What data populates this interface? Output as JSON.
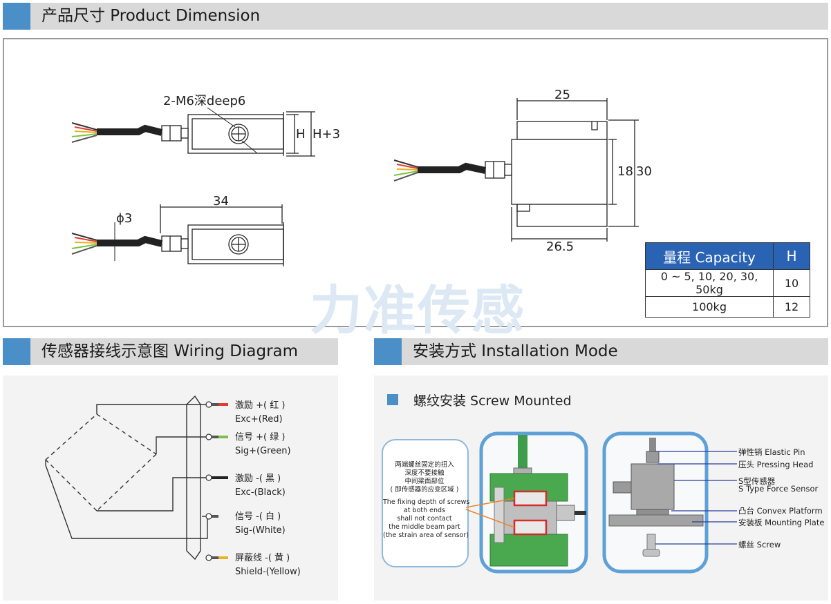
{
  "sections": {
    "dimension": "产品尺寸 Product Dimension",
    "wiring": "传感器接线示意图 Wiring Diagram",
    "install": "安装方式 Installation Mode"
  },
  "dimension": {
    "labels": {
      "m6": "2-M6深deep6",
      "h": "H",
      "h3": "H+3",
      "d34": "34",
      "phi3": "ϕ3",
      "d25": "25",
      "d18": "18",
      "d30": "30",
      "d265": "26.5"
    },
    "watermark": "力准传感",
    "table": {
      "headers": [
        "量程 Capacity",
        "H"
      ],
      "rows": [
        [
          "0 ~ 5, 10, 20, 30, 50kg",
          "10"
        ],
        [
          "100kg",
          "12"
        ]
      ]
    }
  },
  "wiring": {
    "wires": [
      {
        "cn": "激励 +( 红 )",
        "en": "Exc+(Red)",
        "color": "#e03c31"
      },
      {
        "cn": "信号 +( 绿 )",
        "en": "Sig+(Green)",
        "color": "#7cc242"
      },
      {
        "cn": "激励 -( 黑 )",
        "en": "Exc-(Black)",
        "color": "#222222"
      },
      {
        "cn": "信号 -( 白 )",
        "en": "Sig-(White)",
        "color": "#f2f2f2"
      },
      {
        "cn": "屏蔽线 -( 黄 )",
        "en": "Shield-(Yellow)",
        "color": "#e6b422"
      }
    ]
  },
  "install": {
    "subtitle": "螺纹安装 Screw Mounted",
    "note_cn": [
      "两端螺丝固定的扭入",
      "深度不要接触",
      "中间梁面部位",
      "( 即传感器的应变区域 )"
    ],
    "note_en": [
      "The fixing depth of screws",
      "at both ends",
      "shall not contact",
      "the middle beam part",
      "(the strain area of sensor)"
    ],
    "parts": [
      "弹性销 Elastic Pin",
      "压头 Pressing Head",
      "S型传感器",
      "S Type Force Sensor",
      "凸台 Convex Platform",
      "安装板 Mounting Plate",
      "螺丝 Screw"
    ]
  },
  "colors": {
    "accent": "#4a8fc7",
    "table_header": "#2a63b4",
    "frame": "#8fb8dc"
  }
}
